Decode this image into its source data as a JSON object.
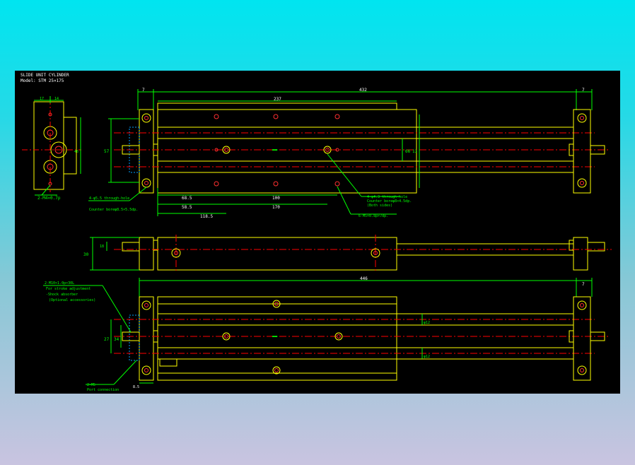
{
  "title": {
    "line1": "SLIDE UNIT CYLINDER",
    "line2": "Model: STM 25×175"
  },
  "colors": {
    "background": "#000000",
    "outline": "#ffff00",
    "dimension": "#00ff00",
    "centerline": "#ff0000",
    "hatch": "#00a0ff",
    "bolt": "#ff3030"
  },
  "dims": {
    "end_view_top_left": "17",
    "end_view_top_right": "14",
    "end_view_right": "46",
    "overall_top": "432",
    "left_cap": "7",
    "right_cap": "7",
    "body_len": "237",
    "left_height": "57",
    "right_height": "66",
    "right_height_2": "13",
    "pitch_1": "68.5",
    "pitch_2": "100",
    "pitch_3": "58.5",
    "pitch_4": "170",
    "pitch_5": "118.5",
    "side_height": "30",
    "side_small": "18",
    "bottom_overall": "446",
    "bottom_cap": "7",
    "bottom_left_h": "27",
    "bottom_left_h2": "34",
    "bottom_phi_top": "φ12",
    "bottom_phi_bot": "φ12",
    "bottom_small": "8.5"
  },
  "notes": {
    "end_tap": "2-M4×0.7p",
    "mount_holes_1": "4-φ5.5 through-hole",
    "mount_holes_2": "Counter boreφ8.5×5.5dp.",
    "body_holes_1": "4-φ4.3 through-hole",
    "body_holes_2": "Counter boreφ8×4.5dp.",
    "body_holes_3": "(Both sides)",
    "body_tap": "6-M5×0.8p×7dp.",
    "stroke_1": "2-M10×1.0p×30L",
    "stroke_2": "For stroke adjustment",
    "stroke_3": "-Shock absorber",
    "stroke_4": "(Optional accessories)",
    "port_1": "2-M5",
    "port_2": "Port connection",
    "center_mark": "■■■■"
  }
}
